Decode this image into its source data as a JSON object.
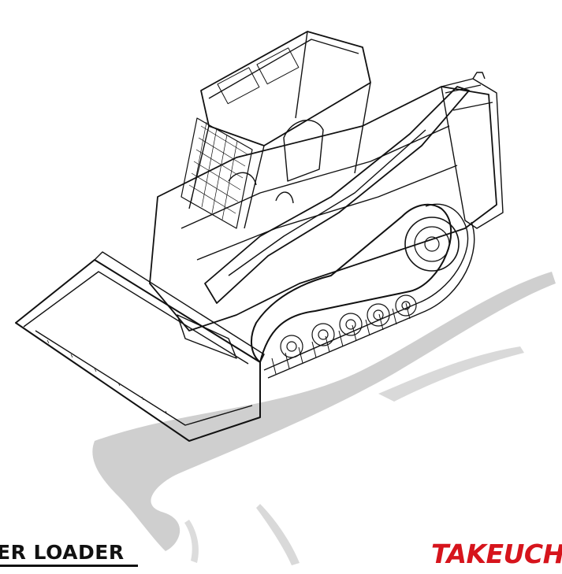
{
  "document": {
    "title_fragment": "ER LOADER",
    "brand_logo_text": "TAKEUCHI",
    "brand_color": "#d6141c",
    "illustration": "compact-track-loader-line-drawing"
  }
}
